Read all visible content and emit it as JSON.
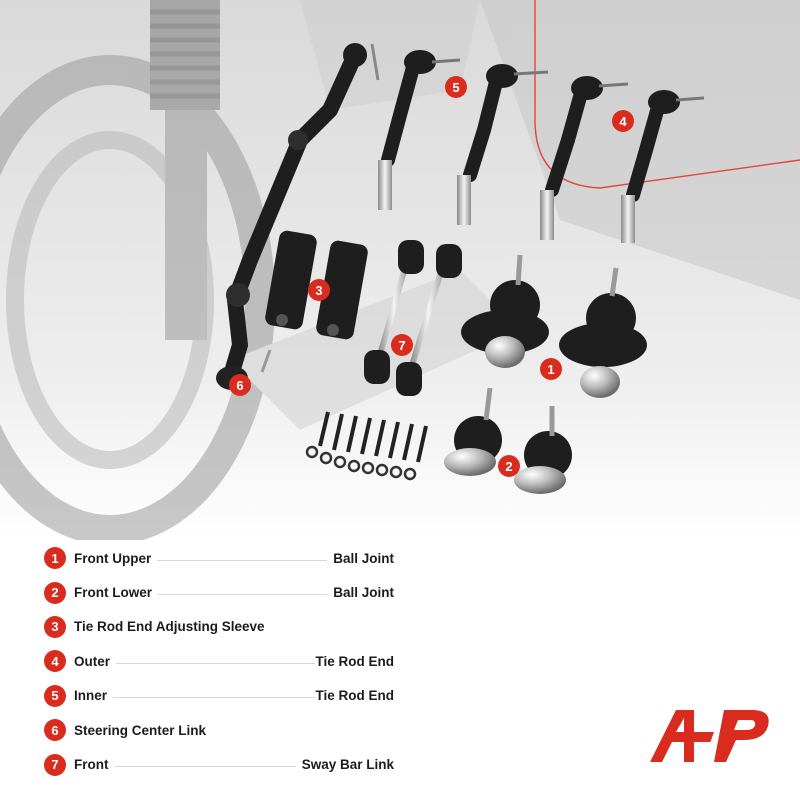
{
  "colors": {
    "accent": "#d92b1e",
    "text": "#1c1c1c",
    "divider": "#d6d6d6"
  },
  "callouts": [
    "5",
    "4",
    "3",
    "7",
    "1",
    "6",
    "2"
  ],
  "legend": [
    {
      "num": "1",
      "left": "Front Upper",
      "right": "Ball Joint"
    },
    {
      "num": "2",
      "left": "Front Lower",
      "right": "Ball Joint"
    },
    {
      "num": "3",
      "left": "Tie Rod End Adjusting Sleeve",
      "right": ""
    },
    {
      "num": "4",
      "left": "Outer",
      "right": "Tie Rod End"
    },
    {
      "num": "5",
      "left": "Inner",
      "right": "Tie Rod End"
    },
    {
      "num": "6",
      "left": "Steering Center Link",
      "right": ""
    },
    {
      "num": "7",
      "left": "Front",
      "right": "Sway Bar Link"
    }
  ],
  "brand_logo": {
    "icon": "a-premium-logo-icon"
  }
}
